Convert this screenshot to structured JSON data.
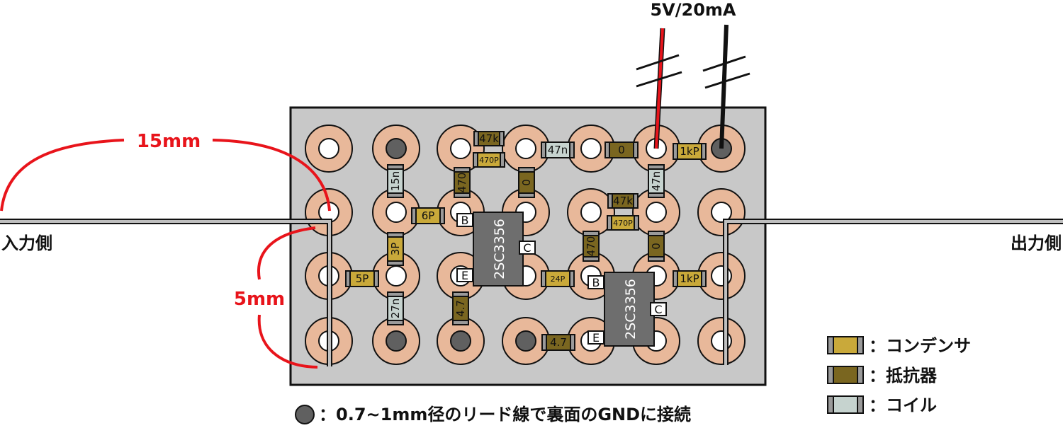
{
  "labels": {
    "power": "5V/20mA",
    "input_side": "入力側",
    "output_side": "出力側",
    "dim_15": "15mm",
    "dim_5": "5mm"
  },
  "legend": {
    "capacitor": "：コンデンサ",
    "resistor": "：抵抗器",
    "coil": "：コイル",
    "via_note": "：0.7~1mm径のリード線で裏面のGNDに接続"
  },
  "colors": {
    "capacitor": "#c9a93a",
    "resistor": "#7a6620",
    "coil": "#c6d3cf",
    "pad": "#e8b89a",
    "board": "#c8c8c8",
    "dimension": "#e8141b",
    "ic": "#6e6e6e"
  },
  "components": {
    "r_47k_top": "47k",
    "c_470p_top": "470P",
    "r_470_a": "470",
    "r_0_a": "0",
    "l_47n_top": "47n",
    "r_0_top": "0",
    "c_1kp_top": "1kP",
    "l_15n": "15n",
    "c_6p": "6P",
    "c_3p": "3P",
    "c_5p": "5P",
    "l_27n": "27n",
    "r_4_7_a": "4.7",
    "r_4_7_b": "4.7",
    "ic_1": "2SC3356",
    "ic_2": "2SC3356",
    "pin_b1": "B",
    "pin_c1": "C",
    "pin_e1": "E",
    "pin_b2": "B",
    "pin_c2": "C",
    "pin_e2": "E",
    "c_24p": "24P",
    "r_47k_mid": "47k",
    "c_470p_mid": "470P",
    "r_470_b": "470",
    "l_47n_right": "47n",
    "r_0_b": "0",
    "c_1kp_mid": "1kP"
  }
}
